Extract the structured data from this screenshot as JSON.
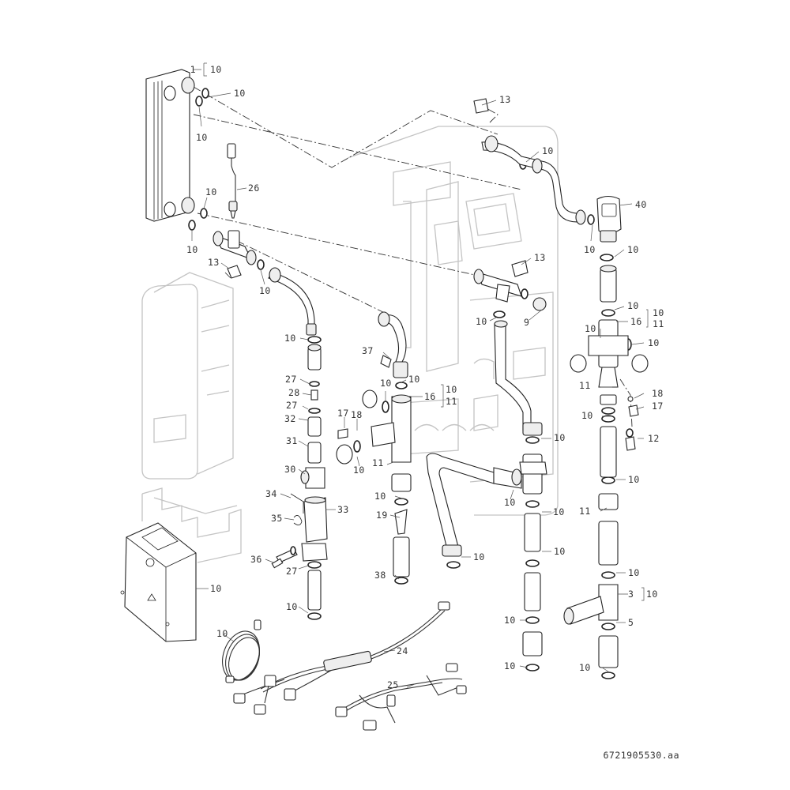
{
  "drawing_number": "6721905530.aa",
  "callouts": [
    {
      "id": "c1",
      "text": "1"
    },
    {
      "id": "c1b",
      "text": "10"
    },
    {
      "id": "c2",
      "text": "10"
    },
    {
      "id": "c3",
      "text": "10"
    },
    {
      "id": "c4",
      "text": "26"
    },
    {
      "id": "c5",
      "text": "10"
    },
    {
      "id": "c6",
      "text": "10"
    },
    {
      "id": "c7",
      "text": "13"
    },
    {
      "id": "c8",
      "text": "10"
    },
    {
      "id": "c9",
      "text": "13"
    },
    {
      "id": "c10",
      "text": "10"
    },
    {
      "id": "c11",
      "text": "40"
    },
    {
      "id": "c12",
      "text": "10"
    },
    {
      "id": "c13",
      "text": "10"
    },
    {
      "id": "c14",
      "text": "13"
    },
    {
      "id": "c15",
      "text": "10"
    },
    {
      "id": "c16",
      "text": "9"
    },
    {
      "id": "c17",
      "text": "10"
    },
    {
      "id": "c18",
      "text": "10"
    },
    {
      "id": "c19",
      "text": "16"
    },
    {
      "id": "c19a",
      "text": "10"
    },
    {
      "id": "c19b",
      "text": "11"
    },
    {
      "id": "c20",
      "text": "10"
    },
    {
      "id": "c21",
      "text": "10"
    },
    {
      "id": "c22",
      "text": "37"
    },
    {
      "id": "c23",
      "text": "27"
    },
    {
      "id": "c24",
      "text": "10"
    },
    {
      "id": "c25",
      "text": "10"
    },
    {
      "id": "c26",
      "text": "16"
    },
    {
      "id": "c26a",
      "text": "10"
    },
    {
      "id": "c26b",
      "text": "11"
    },
    {
      "id": "c27",
      "text": "28"
    },
    {
      "id": "c28",
      "text": "27"
    },
    {
      "id": "c29",
      "text": "17"
    },
    {
      "id": "c30",
      "text": "18"
    },
    {
      "id": "c31",
      "text": "32"
    },
    {
      "id": "c32",
      "text": "31"
    },
    {
      "id": "c33",
      "text": "11"
    },
    {
      "id": "c34",
      "text": "11"
    },
    {
      "id": "c35",
      "text": "18"
    },
    {
      "id": "c36",
      "text": "10"
    },
    {
      "id": "c37",
      "text": "17"
    },
    {
      "id": "c38",
      "text": "12"
    },
    {
      "id": "c39",
      "text": "10"
    },
    {
      "id": "c40",
      "text": "10"
    },
    {
      "id": "c41",
      "text": "30"
    },
    {
      "id": "c42",
      "text": "10"
    },
    {
      "id": "c43",
      "text": "10"
    },
    {
      "id": "c44",
      "text": "34"
    },
    {
      "id": "c45",
      "text": "10"
    },
    {
      "id": "c46",
      "text": "33"
    },
    {
      "id": "c47",
      "text": "10"
    },
    {
      "id": "c48",
      "text": "11"
    },
    {
      "id": "c49",
      "text": "35"
    },
    {
      "id": "c50",
      "text": "19"
    },
    {
      "id": "c51",
      "text": "36"
    },
    {
      "id": "c52",
      "text": "10"
    },
    {
      "id": "c53",
      "text": "27"
    },
    {
      "id": "c54",
      "text": "10"
    },
    {
      "id": "c55",
      "text": "10"
    },
    {
      "id": "c56",
      "text": "38"
    },
    {
      "id": "c57",
      "text": "10"
    },
    {
      "id": "c58",
      "text": "3"
    },
    {
      "id": "c58a",
      "text": "10"
    },
    {
      "id": "c59",
      "text": "10"
    },
    {
      "id": "c60",
      "text": "10"
    },
    {
      "id": "c61",
      "text": "5"
    },
    {
      "id": "c62",
      "text": "10"
    },
    {
      "id": "c63",
      "text": "24"
    },
    {
      "id": "c64",
      "text": "10"
    },
    {
      "id": "c65",
      "text": "10"
    },
    {
      "id": "c66",
      "text": "25"
    }
  ]
}
